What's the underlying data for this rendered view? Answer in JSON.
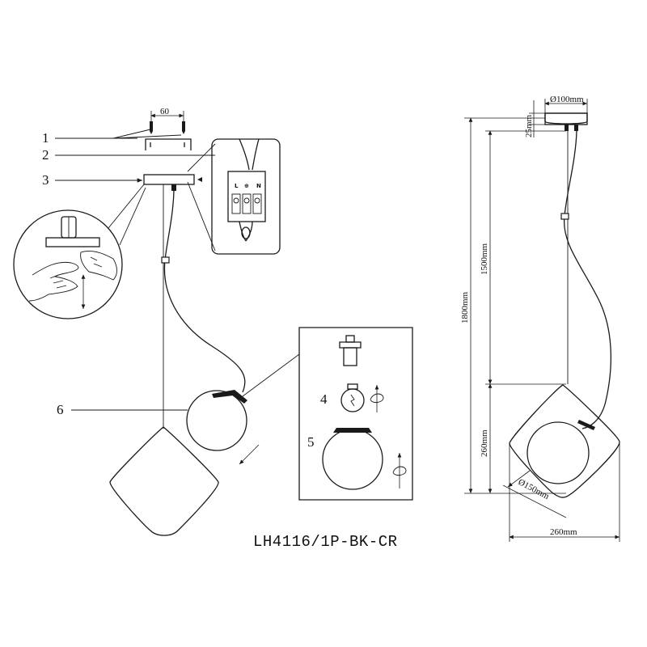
{
  "callouts": {
    "c1": "1",
    "c2": "2",
    "c3": "3",
    "c4": "4",
    "c5": "5",
    "c6": "6"
  },
  "dimensions": {
    "mount_spacing": "60",
    "canopy_diameter": "Ø100mm",
    "canopy_height": "25mm",
    "overall_height": "1800mm",
    "cable_length": "1500mm",
    "shade_height": "260mm",
    "shade_width": "260mm",
    "globe_diameter": "Ø150mm"
  },
  "terminal_labels": {
    "left": "L",
    "middle": "⊕",
    "right": "N"
  },
  "model_code": "LH4116/1P-BK-CR"
}
